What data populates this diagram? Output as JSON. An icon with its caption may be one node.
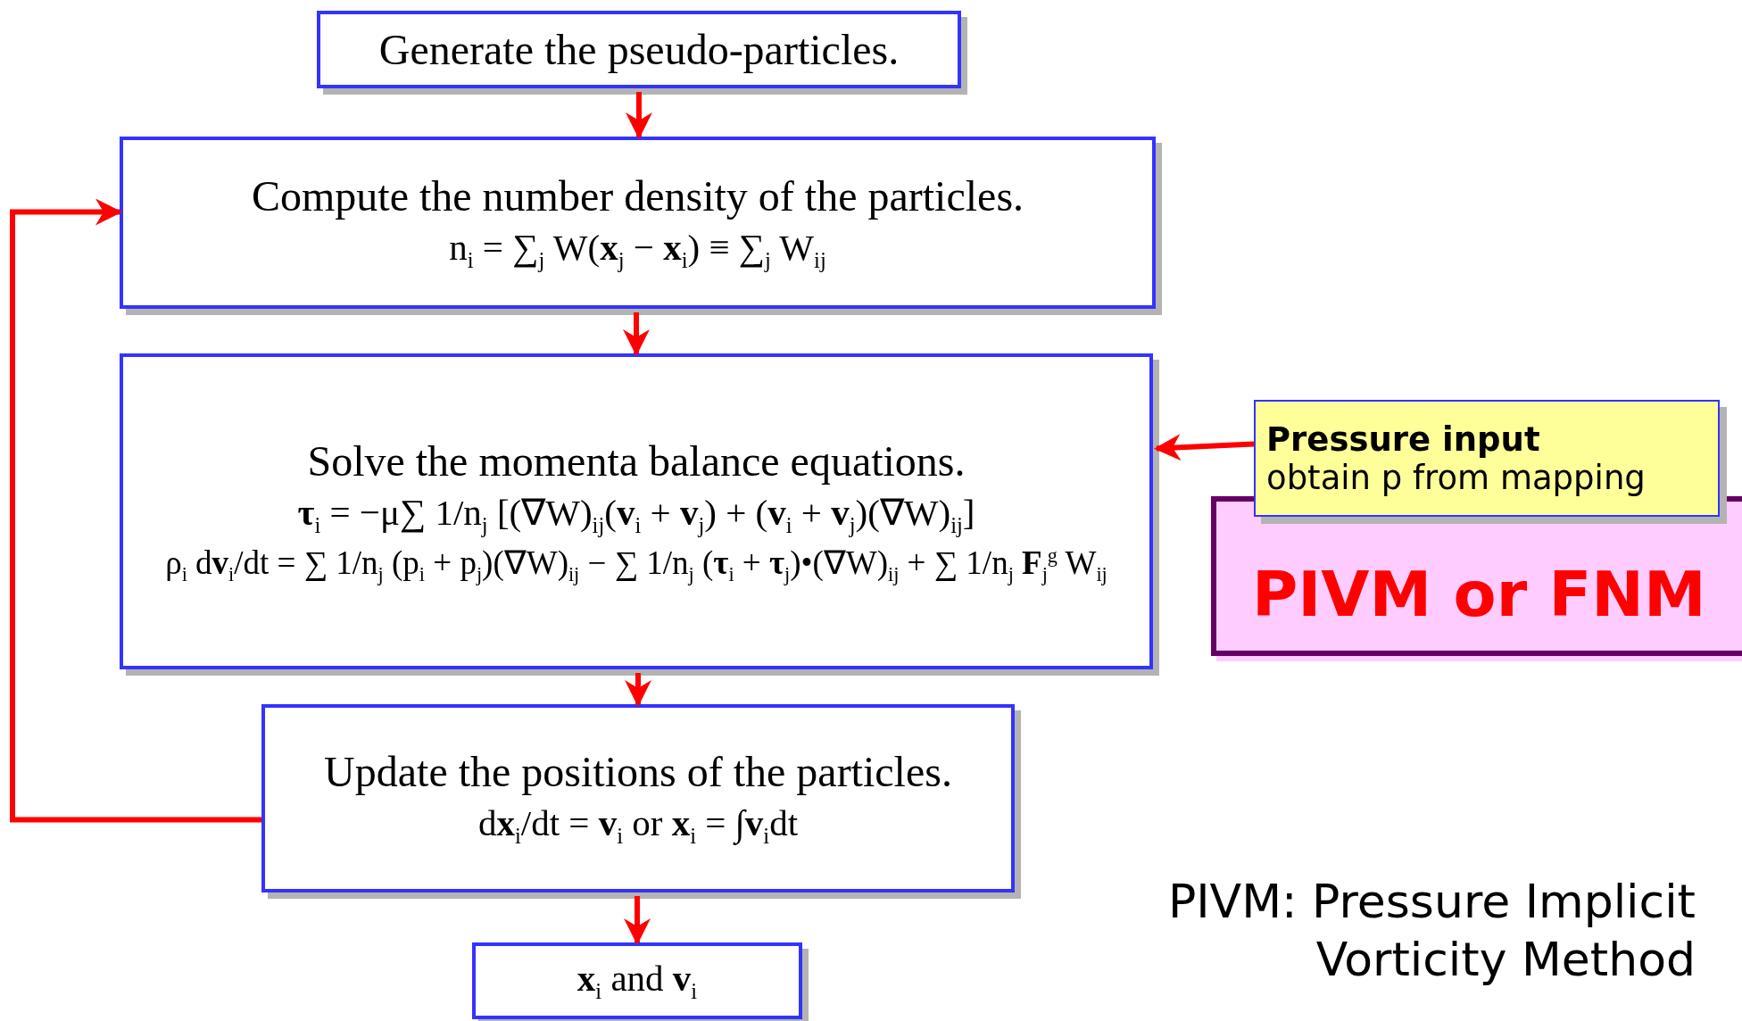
{
  "diagram": {
    "nodes": [
      {
        "text": [
          "Generate the pseudo-particles."
        ]
      },
      {
        "text": [
          "Compute the number density of the particles.",
          "n$_{i}$ = ∑$_{j}$ W(**x**$_{j}$ − **x**$_{i}$) ≡ ∑$_{j}$ W$_{ij}$"
        ]
      },
      {
        "text": [
          "Solve the momenta balance equations.",
          "**τ**$_{i}$ = −μ∑ 1/n$_{j}$ [(∇W)$_{ij}$(**v**$_{i}$ + **v**$_{j}$) + (**v**$_{i}$ + **v**$_{j}$)(∇W)$_{ij}$]",
          "ρ$_{i}$ d**v**$_{i}$/dt = ∑ 1/n$_{j}$ (p$_{i}$ + p$_{j}$)(∇W)$_{ij}$ − ∑ 1/n$_{j}$ (**τ**$_{i}$ + **τ**$_{j}$)•(∇W)$_{ij}$ + ∑ 1/n$_{j}$ **F**$_{j}$$^{g}$ W$_{ij}$"
        ]
      },
      {
        "text": [
          "Update the positions of the particles.",
          "d**x**$_{i}$/dt = **v**$_{i}$ or **x**$_{i}$ = ∫**v**$_{i}$dt"
        ]
      },
      {
        "text": [
          "**x**$_{i}$ and **v**$_{i}$"
        ]
      },
      {
        "text": [
          "Pressure input",
          "obtain p from mapping"
        ]
      },
      {
        "text": [
          "PIVM or FNM"
        ]
      }
    ],
    "edges": [
      {
        "from": 0,
        "to": 1,
        "arrow": "to"
      },
      {
        "from": 1,
        "to": 2,
        "arrow": "to"
      },
      {
        "from": 2,
        "to": 3,
        "arrow": "to"
      },
      {
        "from": 3,
        "to": 4,
        "arrow": "to"
      },
      {
        "from": 3,
        "to": 1,
        "arrow": "to"
      },
      {
        "from": 5,
        "to": 2,
        "arrow": "to"
      }
    ],
    "labels": [
      "PIVM: Pressure Implicit Vorticity Method"
    ]
  }
}
